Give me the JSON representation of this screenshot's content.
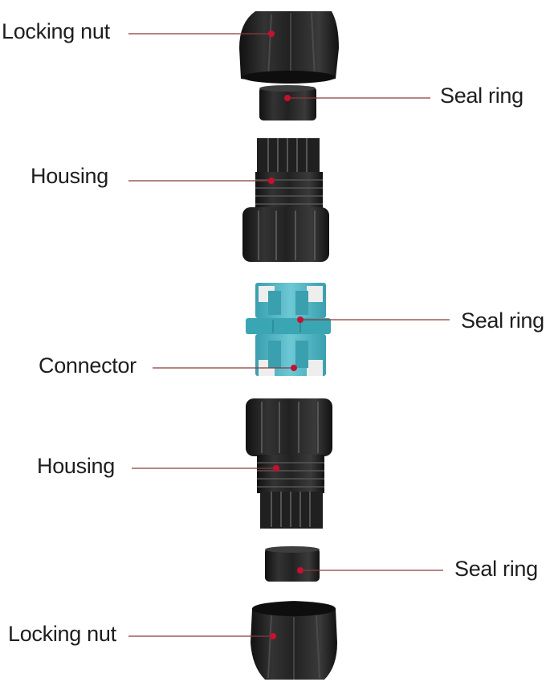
{
  "labels": {
    "locking_nut_top": "Locking nut",
    "seal_ring_top": "Seal ring",
    "housing_top": "Housing",
    "seal_ring_middle": "Seal ring",
    "connector": "Connector",
    "housing_bottom": "Housing",
    "seal_ring_bottom": "Seal ring",
    "locking_nut_bottom": "Locking nut"
  },
  "colors": {
    "plastic_dark": "#1b1b1b",
    "plastic_mid": "#2c2c2c",
    "plastic_light": "#4a4a4a",
    "connector_teal": "#4fb6c4",
    "connector_teal_light": "#8fd3dc",
    "connector_white": "#eeeeee",
    "leader_line": "#8b3a3a",
    "leader_dot": "#c8102e",
    "label_text": "#1e1e1e"
  }
}
